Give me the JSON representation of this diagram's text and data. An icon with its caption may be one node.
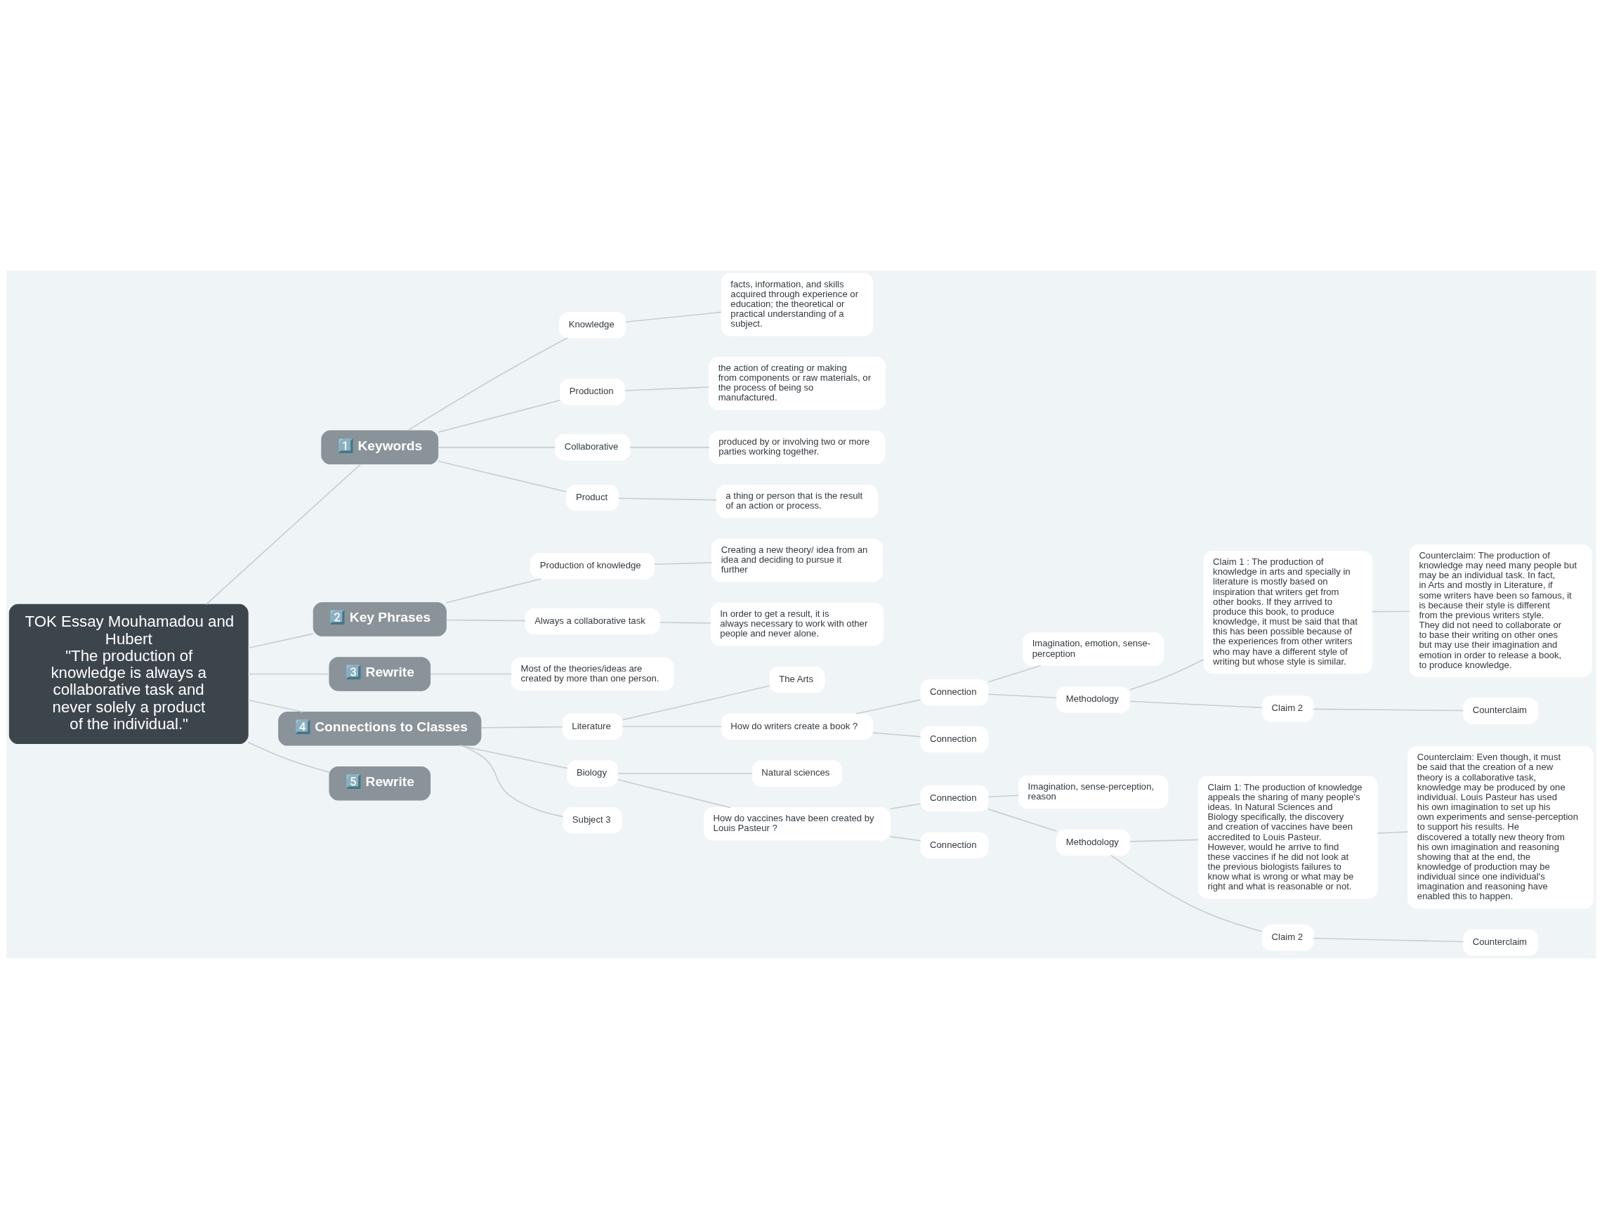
{
  "diagram": {
    "nodes": [
      {
        "text": [
          "TOK Essay Mouhamadou and Hubert",
          "\"The production of knowledge is always a collaborative task and never solely a product of the individual.\""
        ]
      },
      {
        "text": [
          "1️⃣ Keywords"
        ]
      },
      {
        "text": [
          "Knowledge"
        ]
      },
      {
        "text": [
          "facts, information, and skills acquired through experience or education; the theoretical or practical understanding of a subject."
        ]
      },
      {
        "text": [
          "Production"
        ]
      },
      {
        "text": [
          "the action of creating or making from components or raw materials, or the process of being so manufactured."
        ]
      },
      {
        "text": [
          "Collaborative"
        ]
      },
      {
        "text": [
          "produced by or involving two or more parties working together."
        ]
      },
      {
        "text": [
          "Product"
        ]
      },
      {
        "text": [
          "a thing or person that is the result of an action or process."
        ]
      },
      {
        "text": [
          "2️⃣ Key Phrases"
        ]
      },
      {
        "text": [
          "Production of knowledge"
        ]
      },
      {
        "text": [
          "Creating a new theory/ idea from an idea and deciding to pursue it further"
        ]
      },
      {
        "text": [
          "Always a collaborative task"
        ]
      },
      {
        "text": [
          "In order to get a result, it is always necessary to work with other people and never alone."
        ]
      },
      {
        "text": [
          "3️⃣ Rewrite"
        ]
      },
      {
        "text": [
          "Most of the theories/ideas are created by more than one person."
        ]
      },
      {
        "text": [
          "4️⃣ Connections to Classes"
        ]
      },
      {
        "text": [
          "Literature"
        ]
      },
      {
        "text": [
          "The Arts"
        ]
      },
      {
        "text": [
          "How do writers create a book ?"
        ]
      },
      {
        "text": [
          "Connection"
        ]
      },
      {
        "text": [
          "Imagination, emotion, sense-perception"
        ]
      },
      {
        "text": [
          "Methodology"
        ]
      },
      {
        "text": [
          "Claim 1 : The production of knowledge in arts and specially in literature is mostly based on inspiration that writers get from other books. If they arrived to produce this book, to produce knowledge, it must be said that that this has been possible because of the experiences from other writers who may have a different style of writing but whose style is similar."
        ]
      },
      {
        "text": [
          "Counterclaim: The production of knowledge may need many people but may be an individual task. In fact, in Arts and mostly in Literature, if some writers have been so famous, it is because their style is different from the previous writers style. They did not need to collaborate or to base their writing on other ones but may use their imagination and emotion in order to release a book, to produce knowledge."
        ]
      },
      {
        "text": [
          "Claim 2"
        ]
      },
      {
        "text": [
          "Counterclaim"
        ]
      },
      {
        "text": [
          "Connection"
        ]
      },
      {
        "text": [
          "Biology"
        ]
      },
      {
        "text": [
          "Natural sciences"
        ]
      },
      {
        "text": [
          "How do vaccines have been created by Louis Pasteur ?"
        ]
      },
      {
        "text": [
          "Connection"
        ]
      },
      {
        "text": [
          "Imagination, sense-perception, reason"
        ]
      },
      {
        "text": [
          "Methodology"
        ]
      },
      {
        "text": [
          "Claim 1: The production of knowledge appeals the sharing of many people's ideas. In Natural Sciences and Biology specifically, the discovery and creation of vaccines have been accredited to Louis Pasteur. However, would he arrive to find these vaccines if he did not look at the previous biologists failures to know what is wrong or what may be right and what is reasonable or not."
        ]
      },
      {
        "text": [
          "Counterclaim: Even though, it must be said that the creation of a new theory is a collaborative task, knowledge may be produced by one individual. Louis Pasteur has used his own imagination to set up his own experiments and sense-perception to support his results. He discovered a totally new theory from his own imagination and reasoning showing that at the end, the knowledge of production may be individual since one individual's imagination and reasoning have enabled this to happen."
        ]
      },
      {
        "text": [
          "Claim 2"
        ]
      },
      {
        "text": [
          "Counterclaim"
        ]
      },
      {
        "text": [
          "Connection"
        ]
      },
      {
        "text": [
          "Subject 3"
        ]
      },
      {
        "text": [
          "5️⃣ Rewrite"
        ]
      }
    ],
    "edges": [
      {
        "from": 0,
        "to": 1,
        "arrow": "none"
      },
      {
        "from": 1,
        "to": 2,
        "arrow": "none"
      },
      {
        "from": 2,
        "to": 3,
        "arrow": "none"
      },
      {
        "from": 1,
        "to": 4,
        "arrow": "none"
      },
      {
        "from": 4,
        "to": 5,
        "arrow": "none"
      },
      {
        "from": 1,
        "to": 6,
        "arrow": "none"
      },
      {
        "from": 6,
        "to": 7,
        "arrow": "none"
      },
      {
        "from": 1,
        "to": 8,
        "arrow": "none"
      },
      {
        "from": 8,
        "to": 9,
        "arrow": "none"
      },
      {
        "from": 0,
        "to": 10,
        "arrow": "none"
      },
      {
        "from": 10,
        "to": 11,
        "arrow": "none"
      },
      {
        "from": 11,
        "to": 12,
        "arrow": "none"
      },
      {
        "from": 10,
        "to": 13,
        "arrow": "none"
      },
      {
        "from": 13,
        "to": 14,
        "arrow": "none"
      },
      {
        "from": 0,
        "to": 15,
        "arrow": "none"
      },
      {
        "from": 15,
        "to": 16,
        "arrow": "none"
      },
      {
        "from": 0,
        "to": 17,
        "arrow": "none"
      },
      {
        "from": 17,
        "to": 18,
        "arrow": "none"
      },
      {
        "from": 18,
        "to": 19,
        "arrow": "none"
      },
      {
        "from": 18,
        "to": 20,
        "arrow": "none"
      },
      {
        "from": 20,
        "to": 21,
        "arrow": "none"
      },
      {
        "from": 21,
        "to": 22,
        "arrow": "none"
      },
      {
        "from": 21,
        "to": 23,
        "arrow": "none"
      },
      {
        "from": 23,
        "to": 24,
        "arrow": "none"
      },
      {
        "from": 24,
        "to": 25,
        "arrow": "none"
      },
      {
        "from": 23,
        "to": 26,
        "arrow": "none"
      },
      {
        "from": 26,
        "to": 27,
        "arrow": "none"
      },
      {
        "from": 20,
        "to": 28,
        "arrow": "none"
      },
      {
        "from": 17,
        "to": 29,
        "arrow": "none"
      },
      {
        "from": 29,
        "to": 30,
        "arrow": "none"
      },
      {
        "from": 29,
        "to": 31,
        "arrow": "none"
      },
      {
        "from": 31,
        "to": 32,
        "arrow": "none"
      },
      {
        "from": 32,
        "to": 33,
        "arrow": "none"
      },
      {
        "from": 32,
        "to": 34,
        "arrow": "none"
      },
      {
        "from": 34,
        "to": 35,
        "arrow": "none"
      },
      {
        "from": 35,
        "to": 36,
        "arrow": "none"
      },
      {
        "from": 34,
        "to": 37,
        "arrow": "none"
      },
      {
        "from": 37,
        "to": 38,
        "arrow": "none"
      },
      {
        "from": 31,
        "to": 39,
        "arrow": "none"
      },
      {
        "from": 17,
        "to": 40,
        "arrow": "none"
      },
      {
        "from": 0,
        "to": 41,
        "arrow": "none"
      }
    ]
  }
}
